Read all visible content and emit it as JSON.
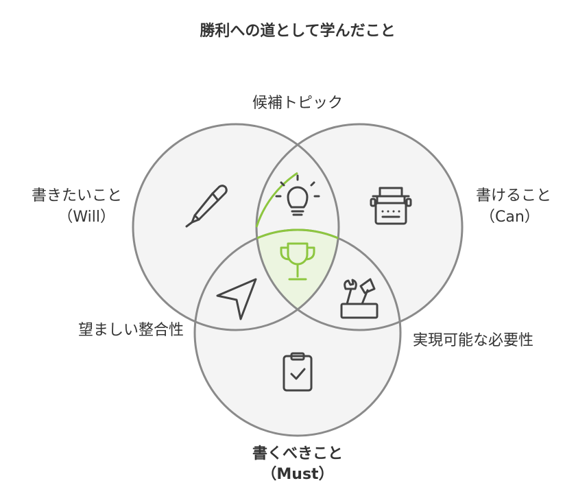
{
  "title": "勝利への道として学んだこと",
  "circles": {
    "will": {
      "label": "書きたいこと",
      "sub": "（Will）",
      "icon": "pen-icon"
    },
    "can": {
      "label": "書けること",
      "sub": "（Can）",
      "icon": "typewriter-icon"
    },
    "must": {
      "label": "書くべきこと",
      "sub": "（Must）",
      "icon": "clipboard-check-icon"
    }
  },
  "intersections": {
    "will_can": {
      "label": "候補トピック",
      "icon": "lightbulb-icon"
    },
    "will_must": {
      "label": "望ましい整合性",
      "icon": "navigation-arrow-icon"
    },
    "can_must": {
      "label": "実現可能な必要性",
      "icon": "tools-icon"
    },
    "center": {
      "icon": "trophy-icon"
    }
  },
  "colors": {
    "circle_fill": "#f4f4f4",
    "circle_stroke": "#8a8a8a",
    "center_fill": "#ecf5e0",
    "center_stroke": "#8dc63f",
    "icon_stroke": "#444444",
    "text": "#333333"
  }
}
